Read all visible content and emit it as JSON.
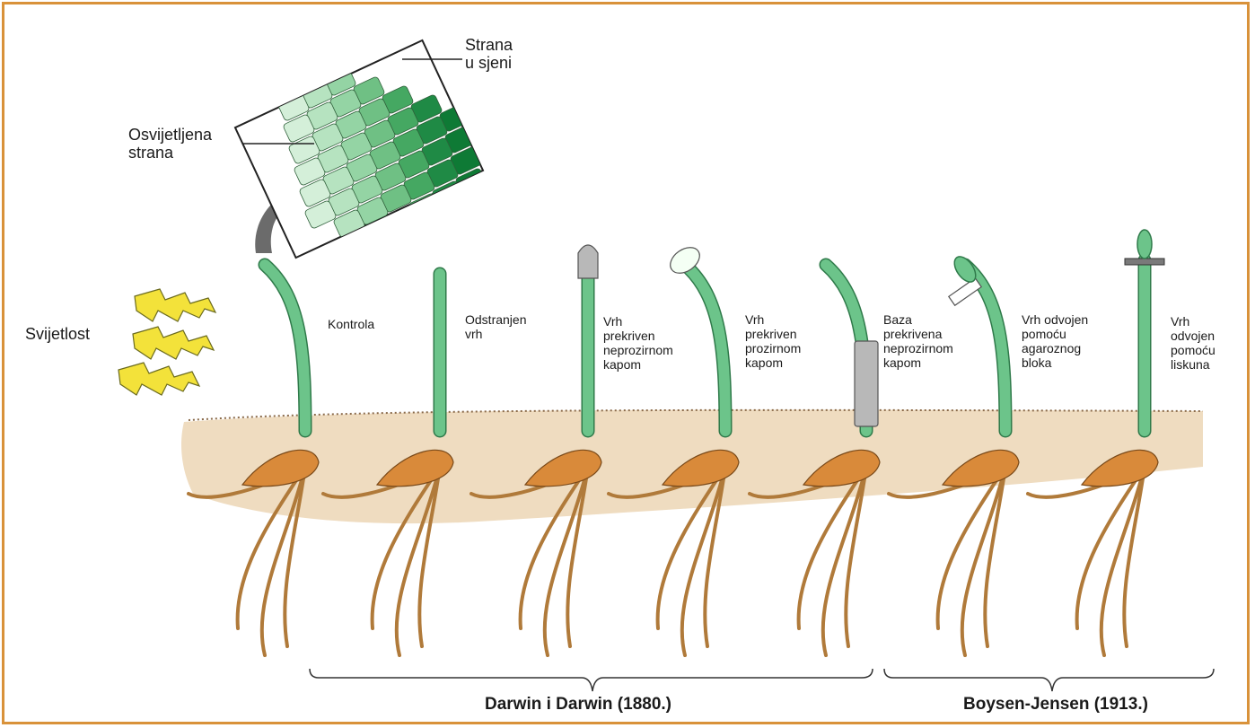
{
  "labels": {
    "light": "Svijetlost",
    "lit_side": "Osvijetljena\nstrana",
    "shade_side": "Strana\nu sjeni"
  },
  "seedlings": [
    {
      "label": "Kontrola"
    },
    {
      "label": "Odstranjen\nvrh"
    },
    {
      "label": "Vrh\nprekriven\nneprozirnom\nkapom"
    },
    {
      "label": "Vrh\nprekriven\nprozirnom\nkapom"
    },
    {
      "label": "Baza\nprekrivena\nneprozirnom\nkapom"
    },
    {
      "label": "Vrh odvojen\npomoću\nagaroznog\nbloka"
    },
    {
      "label": "Vrh\nodvojen\npomoću\nliskuna"
    }
  ],
  "groups": [
    {
      "label": "Darwin i Darwin (1880.)"
    },
    {
      "label": "Boysen-Jensen (1913.)"
    }
  ],
  "colors": {
    "frame": "#d9923a",
    "stem": "#6cc48a",
    "stem_outline": "#2f7a4a",
    "soil": "#efdcc0",
    "seed": "#d98a3a",
    "root": "#b07a3a",
    "lightning": "#f3e23a",
    "cap_opaque": "#b8b8b8",
    "mica": "#7a7a7a"
  }
}
